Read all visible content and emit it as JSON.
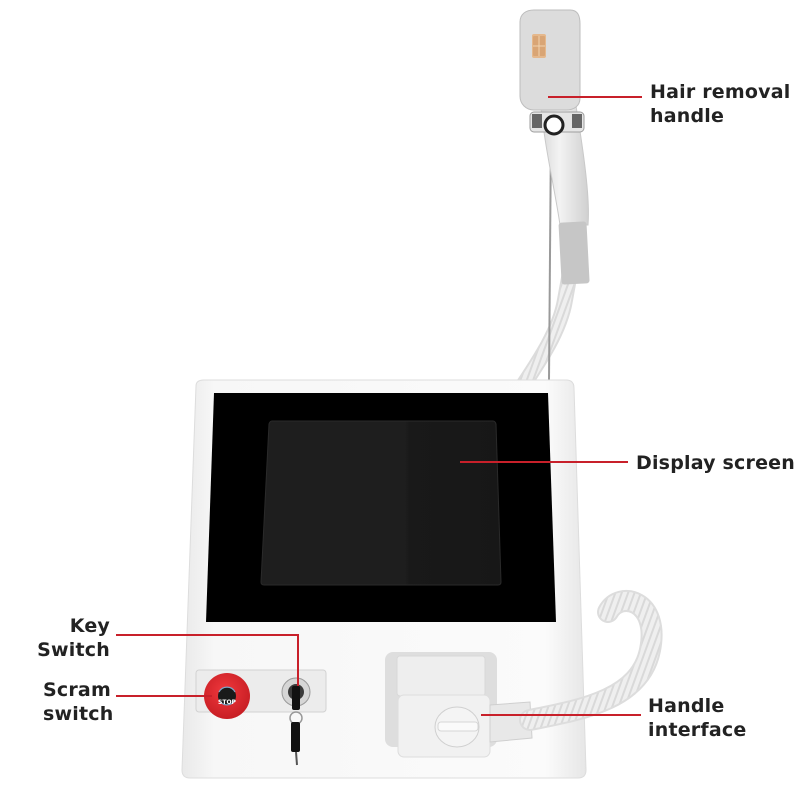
{
  "product": {
    "description": "Diode laser hair removal machine, front view with labeled components"
  },
  "callouts": [
    {
      "id": "hair-removal-handle",
      "line1": "Hair removal",
      "line2": "handle"
    },
    {
      "id": "display-screen",
      "line1": "Display screen"
    },
    {
      "id": "key-switch",
      "line1": "Key",
      "line2": "Switch"
    },
    {
      "id": "scram-switch",
      "line1": "Scram",
      "line2": "switch"
    },
    {
      "id": "handle-interface",
      "line1": "Handle",
      "line2": "interface"
    }
  ],
  "stop_button": {
    "text": "STOP"
  },
  "colors": {
    "leader_line": "#c8202a",
    "label_text": "#222222",
    "body": "#f4f4f4",
    "screen_bezel": "#000000",
    "screen": "#1c1c1c",
    "stop_red": "#e0282e"
  }
}
